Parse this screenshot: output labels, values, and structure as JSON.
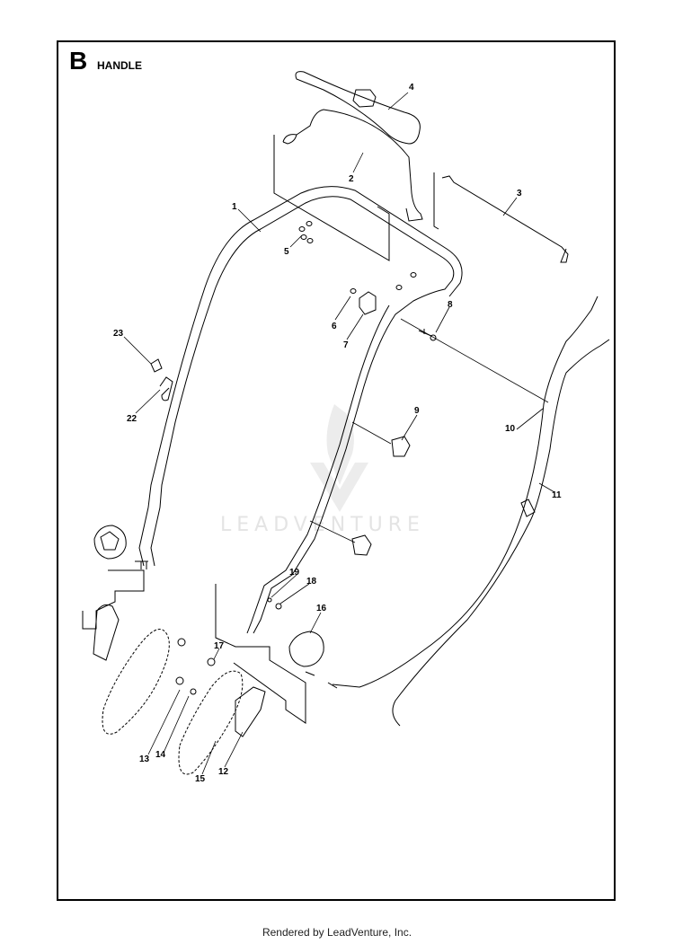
{
  "header": {
    "section_letter": "B",
    "section_title": "HANDLE"
  },
  "watermark": {
    "text": "LEADVENTURE"
  },
  "footer": {
    "text": "Rendered by LeadVenture, Inc."
  },
  "callouts": [
    {
      "id": "c1",
      "label": "1"
    },
    {
      "id": "c2",
      "label": "2"
    },
    {
      "id": "c3",
      "label": "3"
    },
    {
      "id": "c4",
      "label": "4"
    },
    {
      "id": "c5",
      "label": "5"
    },
    {
      "id": "c6",
      "label": "6"
    },
    {
      "id": "c7",
      "label": "7"
    },
    {
      "id": "c8",
      "label": "8"
    },
    {
      "id": "c9",
      "label": "9"
    },
    {
      "id": "c10",
      "label": "10"
    },
    {
      "id": "c11",
      "label": "11"
    },
    {
      "id": "c12",
      "label": "12"
    },
    {
      "id": "c13",
      "label": "13"
    },
    {
      "id": "c14",
      "label": "14"
    },
    {
      "id": "c15",
      "label": "15"
    },
    {
      "id": "c16",
      "label": "16"
    },
    {
      "id": "c17",
      "label": "17"
    },
    {
      "id": "c18",
      "label": "18"
    },
    {
      "id": "c19",
      "label": "19"
    },
    {
      "id": "c22",
      "label": "22"
    },
    {
      "id": "c23",
      "label": "23"
    }
  ],
  "colors": {
    "line": "#000000",
    "watermark": "#e4e4e4",
    "background": "#ffffff"
  }
}
